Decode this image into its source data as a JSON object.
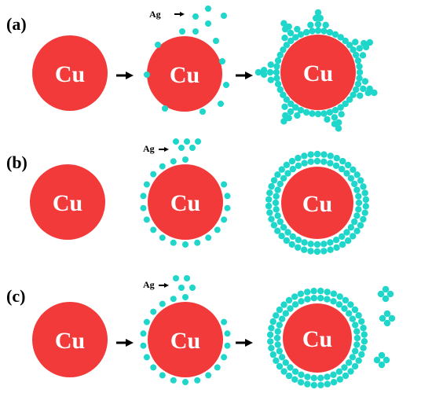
{
  "colors": {
    "copper": "#f23a3a",
    "silver": "#1ed6c9",
    "arrow": "#000000",
    "text_on_core": "#ffffff"
  },
  "labels": {
    "core": "Cu",
    "atom": "Ag"
  },
  "panels": [
    {
      "id": "a",
      "label": "(a)",
      "stage3": "star-shell",
      "has_arrows": true,
      "free_clusters": false
    },
    {
      "id": "b",
      "label": "(b)",
      "stage3": "double-ring-shell",
      "has_arrows": false,
      "free_clusters": false
    },
    {
      "id": "c",
      "label": "(c)",
      "stage3": "double-ring-shell",
      "has_arrows": true,
      "free_clusters": true
    }
  ]
}
